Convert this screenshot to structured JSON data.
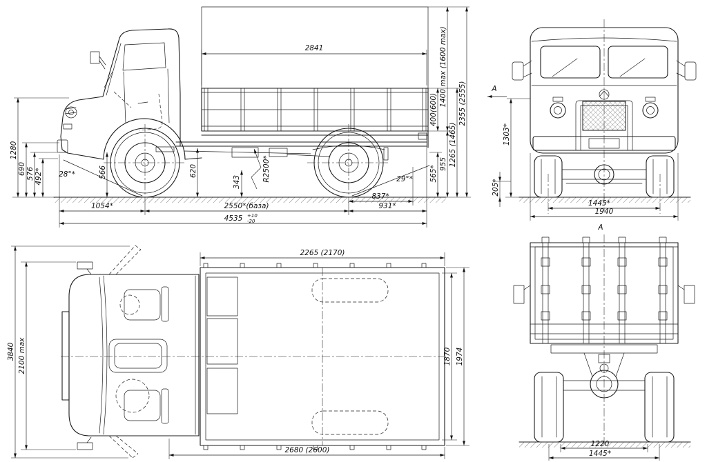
{
  "side": {
    "bed_length": "2841",
    "tarp_height": "1400 max (1600 max)",
    "overall_height": "2355 (2555)",
    "board_top_height": "1265 (1465)",
    "board_height": "400(600)",
    "floor_height": "955",
    "rear_frame_height": "565*",
    "front_height": "1280",
    "bumper_top_height": "690",
    "bumper_bottom_height": "576",
    "front_clearance": "492*",
    "front_frame_height": "566",
    "frame_height_cab": "620",
    "underbody_height": "343",
    "ramp_radius": "R2500*",
    "approach_angle": "28°*",
    "departure_angle": "29°*",
    "front_overhang": "1054*",
    "wheelbase": "2550*(база)",
    "axle_to_frame_end": "837*",
    "rear_overhang": "931*",
    "overall_length": "4535",
    "length_tol_plus": "+10",
    "length_tol_minus": "-20",
    "section_label": "A"
  },
  "front": {
    "cab_height": "1303*",
    "axle_clearance": "205*",
    "track": "1445*",
    "overall_width": "1940",
    "view_label": "A"
  },
  "top": {
    "bed_length_top": "2265 (2170)",
    "bed_length_bottom": "2680 (2600)",
    "bed_inner_width": "1870",
    "bed_outer_width": "1974",
    "doors_open_width": "3840",
    "mirrors_width": "2100 max"
  },
  "rear": {
    "spring_track": "1220",
    "track": "1445*"
  }
}
